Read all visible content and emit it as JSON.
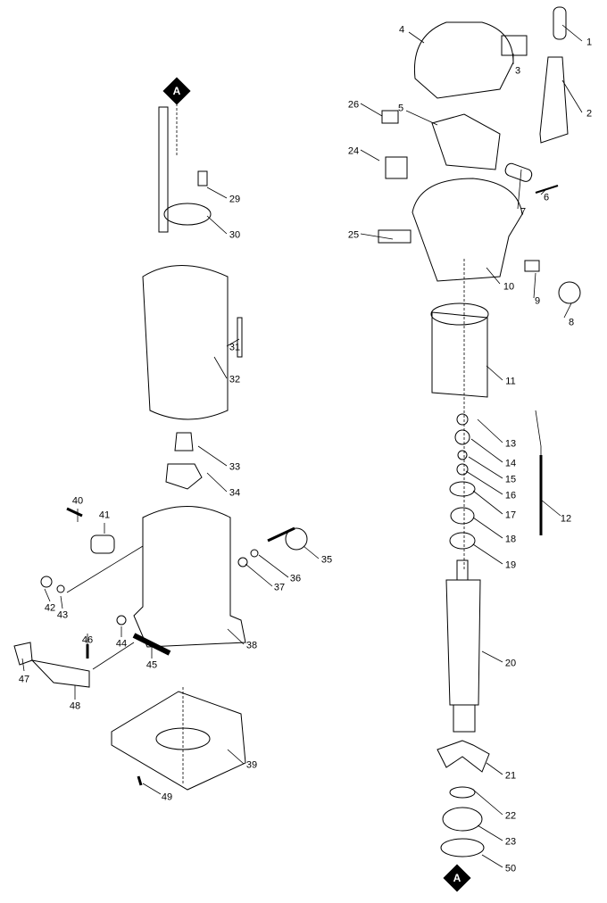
{
  "diagram": {
    "type": "exploded-parts-view",
    "ref_marker": "A",
    "callouts": [
      "1",
      "2",
      "3",
      "4",
      "5",
      "6",
      "7",
      "8",
      "9",
      "10",
      "11",
      "12",
      "13",
      "14",
      "15",
      "16",
      "17",
      "18",
      "19",
      "20",
      "21",
      "22",
      "23",
      "24",
      "25",
      "26",
      "29",
      "30",
      "31",
      "32",
      "33",
      "34",
      "35",
      "36",
      "37",
      "38",
      "39",
      "40",
      "41",
      "42",
      "43",
      "44",
      "45",
      "46",
      "47",
      "48",
      "49",
      "50"
    ]
  }
}
